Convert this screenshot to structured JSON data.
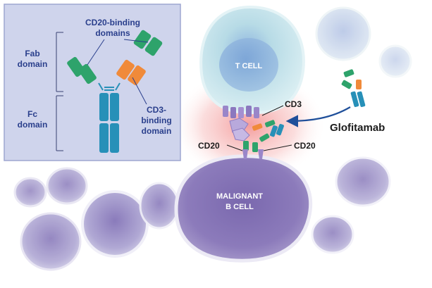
{
  "inset": {
    "cd20_binding": [
      "CD20-binding",
      "domains"
    ],
    "fab_domain": [
      "Fab",
      "domain"
    ],
    "fc_domain": [
      "Fc",
      "domain"
    ],
    "cd3_binding": [
      "CD3-",
      "binding",
      "domain"
    ]
  },
  "cells": {
    "t_cell": "T CELL",
    "malignant": [
      "MALIGNANT",
      "B CELL"
    ]
  },
  "labels": {
    "cd3": "CD3",
    "cd20_left": "CD20",
    "cd20_right": "CD20",
    "drug": "Glofitamab"
  },
  "colors": {
    "inset_bg": "#cfd4ec",
    "fab_green": "#2ea36b",
    "fab_orange": "#f08a3a",
    "fc_teal": "#2790b8",
    "t_cell": "#bfe0ea",
    "b_cell": "#8f7dbd",
    "glow": "#f4a3a3",
    "arrow": "#1f4f9a"
  }
}
